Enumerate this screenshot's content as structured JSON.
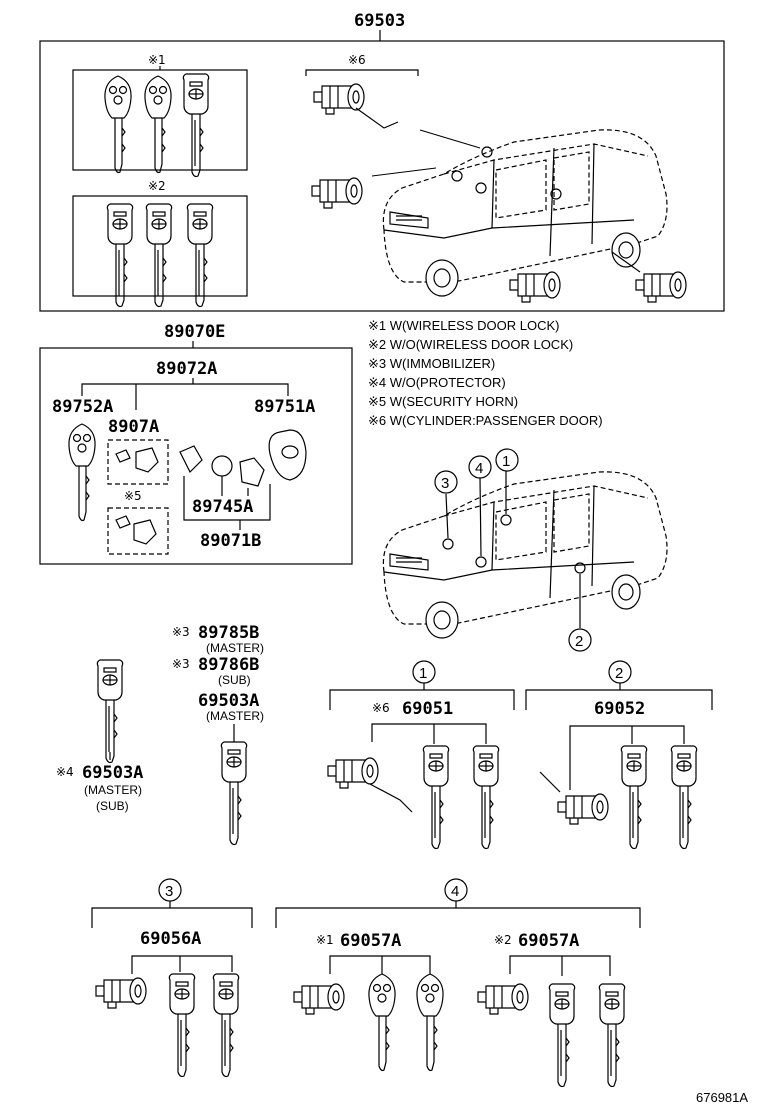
{
  "title_part": "69503",
  "kit_part": "89070E",
  "sub_kit_part": "89072A",
  "key_w_remote": "89752A",
  "transmitter_part": "8907A",
  "key_plate": "89751A",
  "battery_part": "89745A",
  "case_part": "89071B",
  "marks": {
    "m1": "※1",
    "m2": "※2",
    "m3": "※3",
    "m4": "※4",
    "m5": "※5",
    "m6": "※6"
  },
  "notes": [
    "※1 W(WIRELESS DOOR LOCK)",
    "※2 W/O(WIRELESS DOOR LOCK)",
    "※3 W(IMMOBILIZER)",
    "※4 W/O(PROTECTOR)",
    "※5 W(SECURITY HORN)",
    "※6 W(CYLINDER:PASSENGER DOOR)"
  ],
  "keys_middle": {
    "p1": "89785B",
    "p1_sub": "(MASTER)",
    "p2": "89786B",
    "p2_sub": "(SUB)",
    "p3": "69503A",
    "p3_sub": "(MASTER)"
  },
  "key_left": {
    "part": "69503A",
    "sub1": "(MASTER)",
    "sub2": "(SUB)"
  },
  "callouts": [
    "1",
    "2",
    "3",
    "4"
  ],
  "set1_part": "69051",
  "set2_part": "69052",
  "set3_part": "69056A",
  "set4a_part": "69057A",
  "set4b_part": "69057A",
  "ref_code": "676981A"
}
